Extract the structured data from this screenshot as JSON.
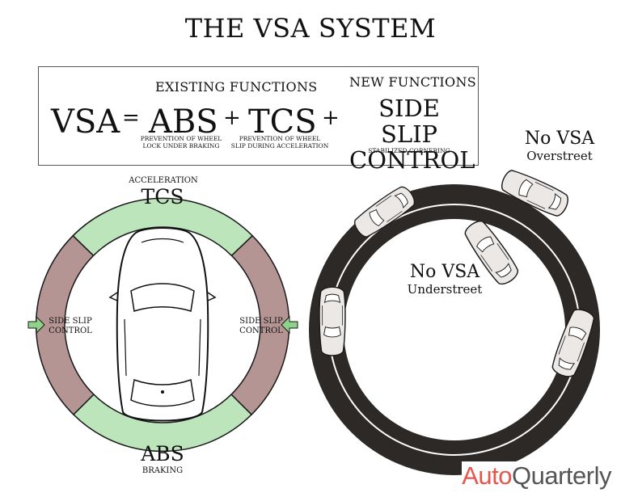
{
  "title": "THE VSA SYSTEM",
  "equation": {
    "existing_header": "EXISTING FUNCTIONS",
    "new_header": "NEW FUNCTIONS",
    "vsa": "VSA",
    "equals": "=",
    "abs": "ABS",
    "plus1": "+",
    "tcs": "TCS",
    "plus2": "+",
    "ssc_line1": "SIDE SLIP",
    "ssc_line2": "CONTROL",
    "abs_desc_line1": "PREVENTION OF WHEEL",
    "abs_desc_line2": "LOCK UNDER BRAKING",
    "tcs_desc_line1": "PREVENTION OF WHEEL",
    "tcs_desc_line2": "SLIP DURING ACCELERATION",
    "ssc_desc": "STABILIZED CORNERING"
  },
  "left_diagram": {
    "acceleration": "ACCELERATION",
    "tcs": "TCS",
    "abs": "ABS",
    "braking": "BRAKING",
    "side_left_1": "SIDE SLIP",
    "side_left_2": "CONTROL",
    "side_right_1": "SIDE SLIP",
    "side_right_2": "CONTROL"
  },
  "right_diagram": {
    "overstreet_1": "No VSA",
    "overstreet_2": "Overstreet",
    "understreet_1": "No VSA",
    "understreet_2": "Understreet"
  },
  "watermark": {
    "part1": "Auto",
    "part2": "Quarterly"
  },
  "colors": {
    "green_segment": "#bde5bb",
    "mauve_segment": "#b59593",
    "road": "#2d2927",
    "car_fill": "#ece8e6",
    "arrow_green": "#8fd28a",
    "brand_red": "#e8564b"
  }
}
